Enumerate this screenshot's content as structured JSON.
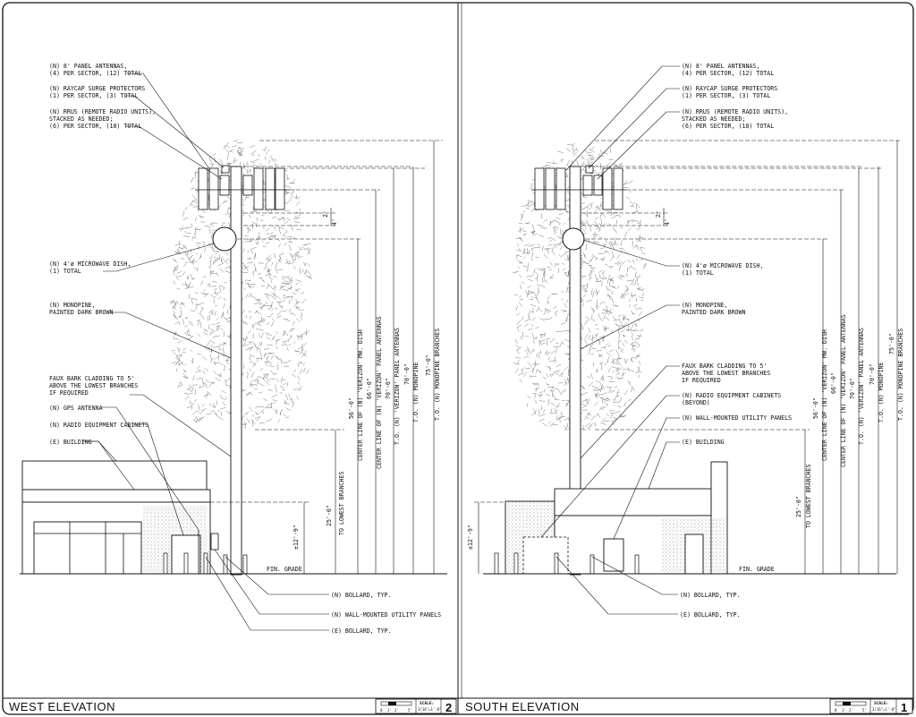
{
  "drawings": [
    {
      "title": "WEST ELEVATION",
      "number": "2",
      "scale_label": "SCALE:",
      "scale_value": "3/16\"=1'-0\"",
      "scale_ticks": [
        "0",
        "1'",
        "2'",
        "5'"
      ],
      "grade": "FIN. GRADE",
      "callouts_top": [
        [
          "(N) 8' PANEL ANTENNAS,",
          "(4) PER SECTOR, (12) TOTAL"
        ],
        [
          "(N) RAYCAP SURGE PROTECTORS",
          "(1) PER SECTOR, (3) TOTAL"
        ],
        [
          "(N) RRUS (REMOTE RADIO UNITS),",
          "STACKED AS NEEDED;",
          "(6) PER SECTOR, (18) TOTAL"
        ],
        [
          "(N) 4'ø MICROWAVE DISH,",
          "(1) TOTAL"
        ],
        [
          "(N) MONOPINE,",
          "PAINTED DARK BROWN"
        ],
        [
          "FAUX BARK CLADDING TO 5'",
          "ABOVE THE LOWEST BRANCHES",
          "IF REQUIRED"
        ],
        [
          "(N) GPS ANTENNA"
        ],
        [
          "(N) RADIO EQUIPMENT CABINETS"
        ],
        [
          "(E) BUILDING"
        ]
      ],
      "callouts_bottom": [
        "(N) BOLLARD, TYP.",
        "(N) WALL-MOUNTED UTILITY PANELS",
        "(E) BOLLARD, TYP."
      ],
      "small_dims": [
        "2'",
        "4'"
      ],
      "vdims": [
        {
          "value": "±12'-9\"",
          "label": ""
        },
        {
          "value": "25'-0\"",
          "label": "TO LOWEST BRANCHES"
        },
        {
          "value": "56'-0\"",
          "label": "CENTER LINE OF (N) 'VERIZON' MW. DISH"
        },
        {
          "value": "66'-0\"",
          "label": "CENTER LINE OF (N) 'VERIZON' PANEL ANTENNAS"
        },
        {
          "value": "70'-0\"",
          "label": "T.O. (N) 'VERIZON' PANEL ANTENNAS"
        },
        {
          "value": "70'-0\"",
          "label": "T.O. (N) MONOPINE"
        },
        {
          "value": "75'-0\"",
          "label": "T.O. (N) MONOPINE BRANCHES"
        }
      ]
    },
    {
      "title": "SOUTH ELEVATION",
      "number": "1",
      "scale_label": "SCALE:",
      "scale_value": "3/16\"=1'-0\"",
      "scale_ticks": [
        "0",
        "1'",
        "2'",
        "5'"
      ],
      "grade": "FIN. GRADE",
      "callouts_top": [
        [
          "(N) 8' PANEL ANTENNAS,",
          "(4) PER SECTOR, (12) TOTAL"
        ],
        [
          "(N) RAYCAP SURGE PROTECTORS",
          "(1) PER SECTOR, (3) TOTAL"
        ],
        [
          "(N) RRUS (REMOTE RADIO UNITS),",
          "STACKED AS NEEDED;",
          "(6) PER SECTOR, (18) TOTAL"
        ],
        [
          "(N) 4'ø MICROWAVE DISH,",
          "(1) TOTAL"
        ],
        [
          "(N) MONOPINE,",
          "PAINTED DARK BROWN"
        ],
        [
          "FAUX BARK CLADDING TO 5'",
          "ABOVE THE LOWEST BRANCHES",
          "IF REQUIRED"
        ],
        [
          "(N) RADIO EQUIPMENT CABINETS",
          "(BEYOND)"
        ],
        [
          "(N) WALL-MOUNTED UTILITY PANELS"
        ],
        [
          "(E) BUILDING"
        ]
      ],
      "callouts_bottom": [
        "(N) BOLLARD, TYP.",
        "(E) BOLLARD, TYP."
      ],
      "small_dims": [
        "2'",
        "4'"
      ],
      "vdims": [
        {
          "value": "±12'-9\"",
          "label": ""
        },
        {
          "value": "25'-0\"",
          "label": "TO LOWEST BRANCHES"
        },
        {
          "value": "56'-0\"",
          "label": "CENTER LINE OF (N) 'VERIZON' MW. DISH"
        },
        {
          "value": "66'-0\"",
          "label": "CENTER LINE OF (N) 'VERIZON' PANEL ANTENNAS"
        },
        {
          "value": "70'-0\"",
          "label": "T.O. (N) 'VERIZON' PANEL ANTENNAS"
        },
        {
          "value": "70'-0\"",
          "label": "T.O. (N) MONOPINE"
        },
        {
          "value": "75'-0\"",
          "label": "T.O. (N) MONOPINE BRANCHES"
        }
      ]
    }
  ]
}
